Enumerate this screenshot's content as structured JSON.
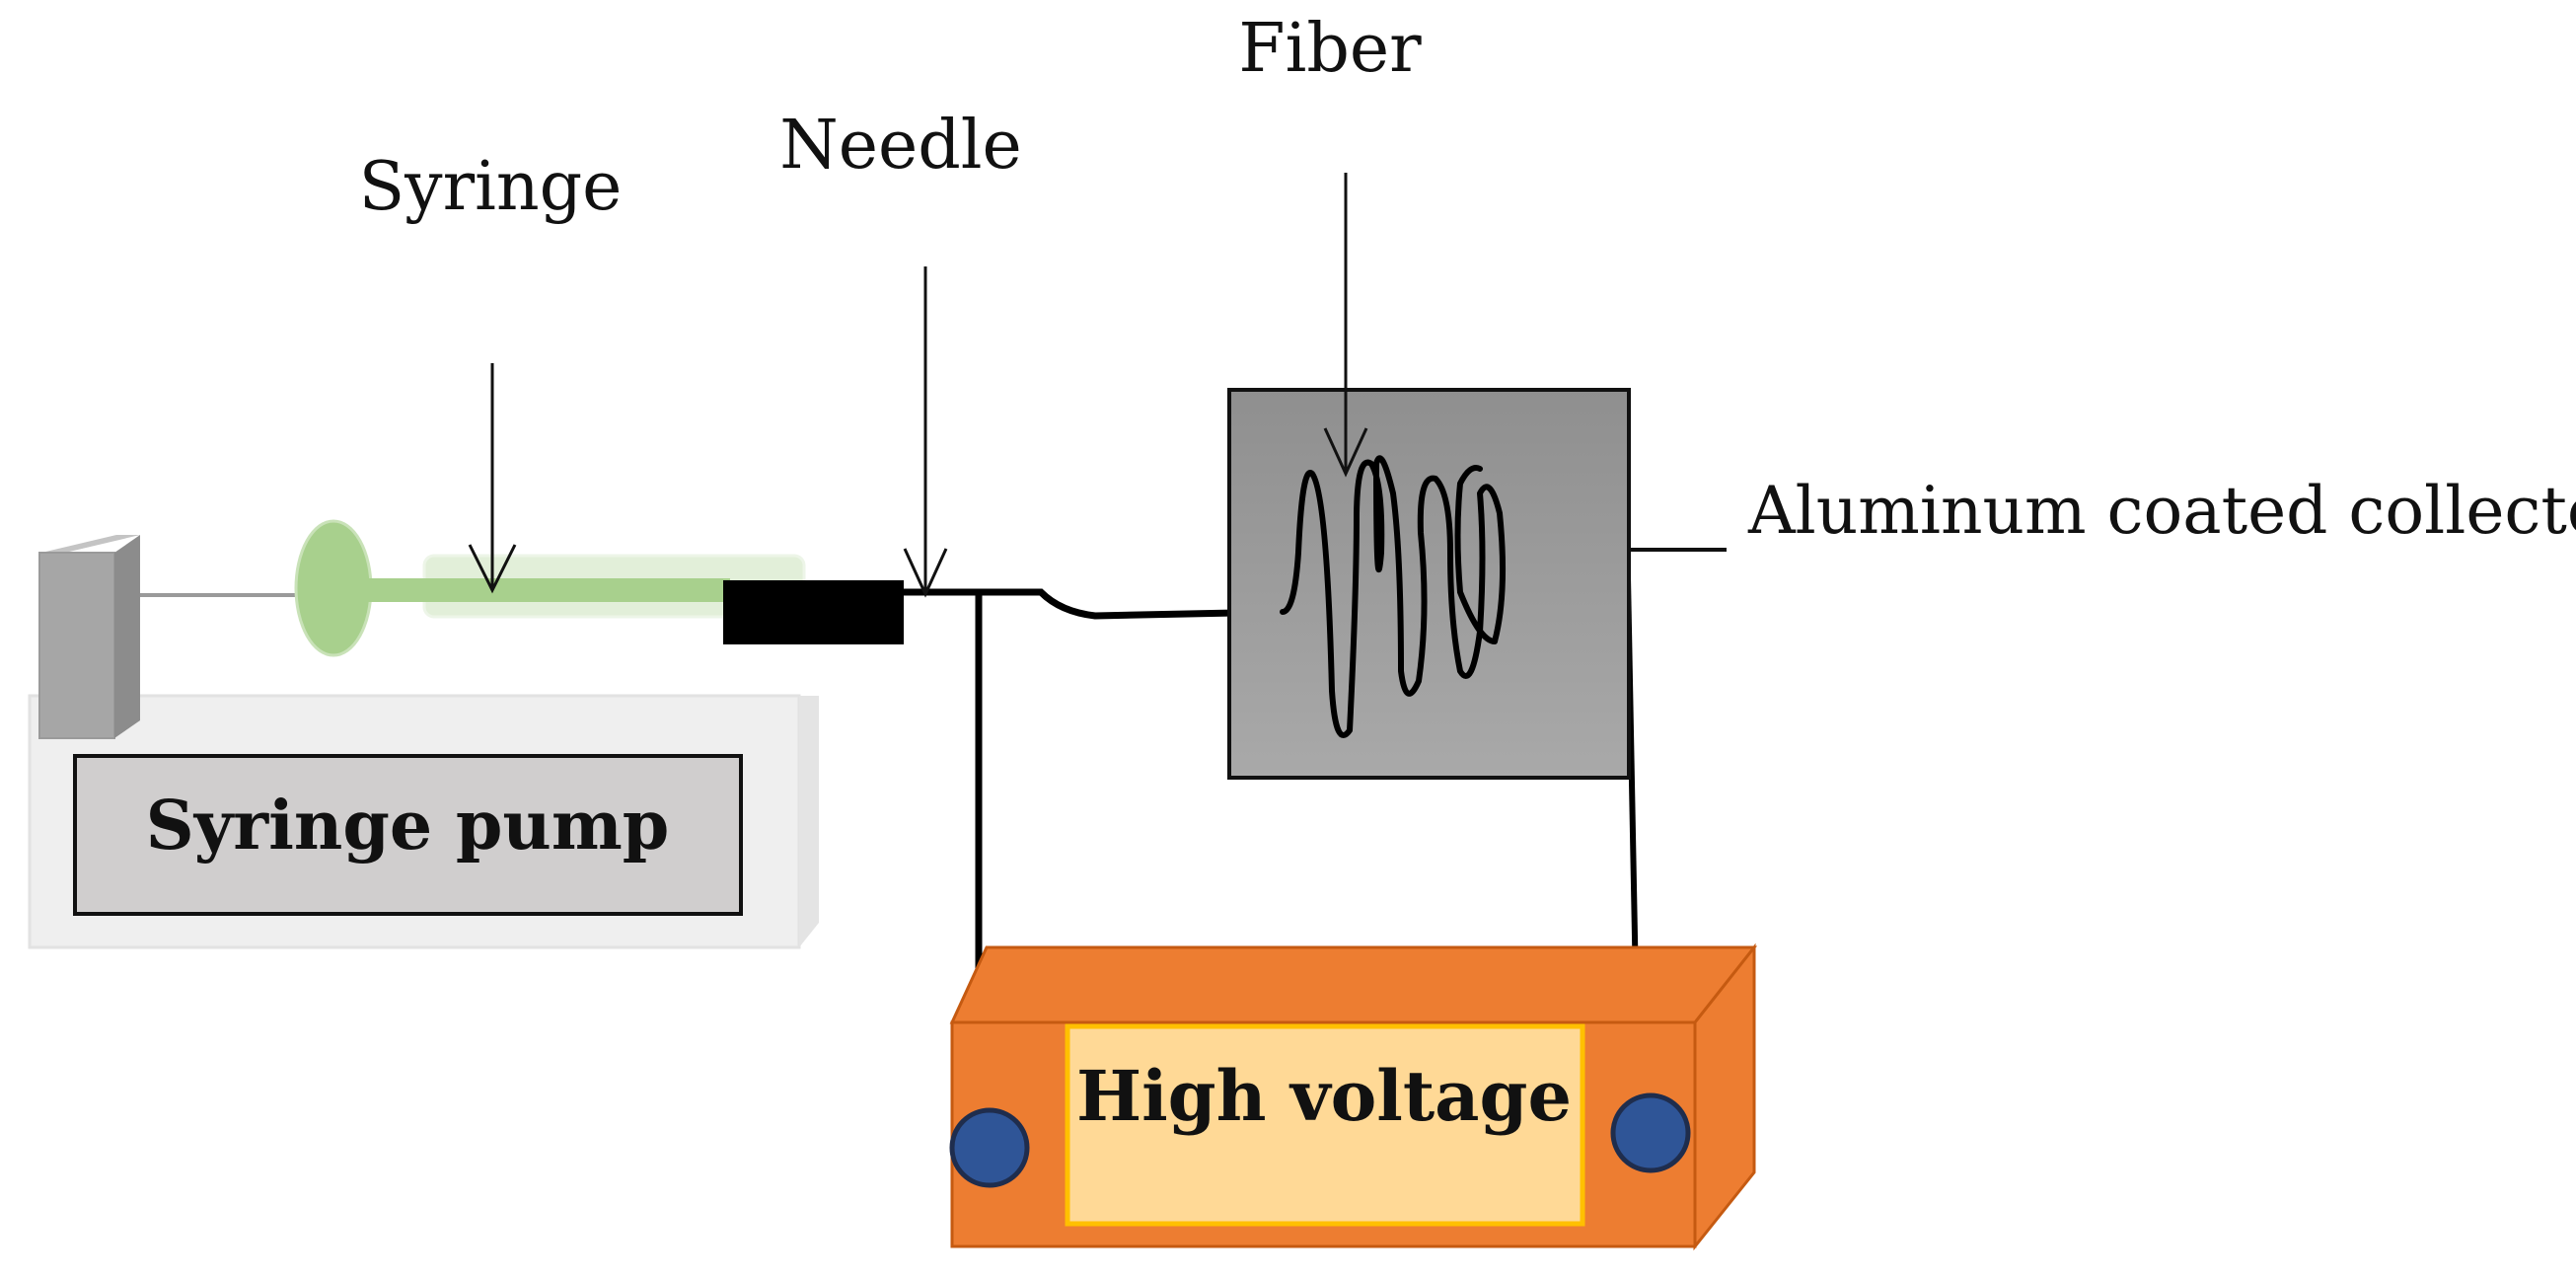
{
  "labels": {
    "syringe": "Syringe",
    "needle": "Needle",
    "fiber": "Fiber",
    "collector": "Aluminum coated collector",
    "pump": "Syringe pump",
    "voltage": "High voltage"
  },
  "colors": {
    "syringe_green": "#a8d08d",
    "pump_body": "#efefef",
    "pump_panel": "#d0cece",
    "pump_block": "#a6a6a6",
    "needle_black": "#000000",
    "collector_gray": "#9a9a9a",
    "voltage_orange": "#ed7d31",
    "voltage_panel": "#ffd996",
    "voltage_panel_border": "#ffc000",
    "terminal_blue": "#2f5597"
  }
}
